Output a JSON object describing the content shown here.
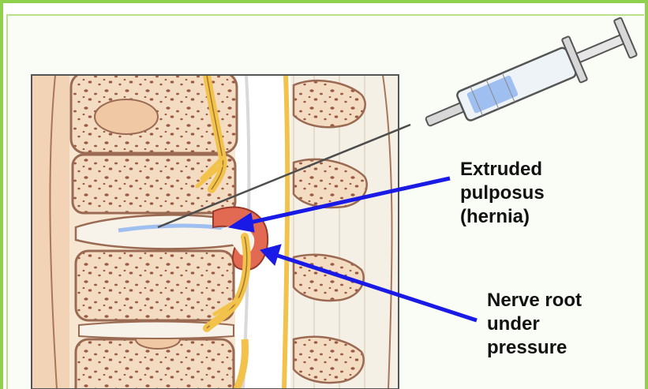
{
  "labels": {
    "hernia": [
      "Extruded",
      "pulposus",
      "(hernia)"
    ],
    "nerve": [
      "Nerve root",
      "under",
      "pressure"
    ]
  },
  "colors": {
    "frame": "#8fd14f",
    "arrow": "#1a1ae6",
    "bone": "#f3dcc1",
    "bone_spots": "#9b5a42",
    "disc": "#f7f3ea",
    "nerve": "#f2c24a",
    "hernia": "#e36a52",
    "syringe_fluid": "#9fbff0"
  },
  "icons": [
    "syringe-icon"
  ]
}
